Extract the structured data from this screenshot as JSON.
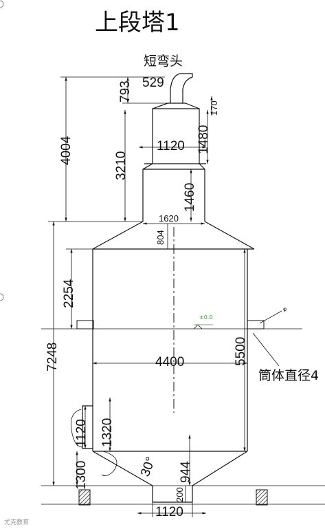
{
  "title": "上段塔1",
  "labels": {
    "elbow": "短弯头",
    "shell_diameter": "筒体直径4",
    "nozzle_note": "φ",
    "level_mark": "±0.0",
    "watermark": "尤克教育"
  },
  "dimensions": {
    "d529": "529",
    "d793": "793",
    "d170": "170",
    "d4004": "4004",
    "d3210": "3210",
    "d1120_top": "1120",
    "d1480": "1480",
    "d1460": "1460",
    "d1620": "1620",
    "d804": "804",
    "d2254": "2254",
    "d7248": "7248",
    "d4400": "4400",
    "d5500": "5500",
    "d1120_side": "1120",
    "d1320": "1320",
    "d1300": "1300",
    "d30deg": "30°",
    "d944": "944",
    "d200": "200",
    "d1120_bottom": "1120"
  },
  "colors": {
    "line": "#111111",
    "level_mark": "#2a9a2a"
  }
}
